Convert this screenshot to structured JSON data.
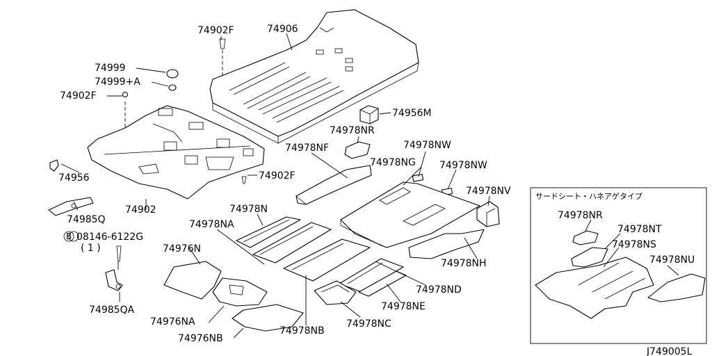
{
  "labels": {
    "p74902F_a": "74902F",
    "p74906": "74906",
    "p74999": "74999",
    "p74999A": "74999+A",
    "p74902F_b": "74902F",
    "p74956M": "74956M",
    "p74978NR": "74978NR",
    "p74978NF": "74978NF",
    "p74978NW_a": "74978NW",
    "p74978NG": "74978NG",
    "p74978NW_b": "74978NW",
    "p74956": "74956",
    "p74902F_c": "74902F",
    "p74978NV": "74978NV",
    "p74902": "74902",
    "p74985Q": "74985Q",
    "p74978N": "74978N",
    "p74978NA": "74978NA",
    "p08146": "08146-6122G",
    "p08146_qty": "( 1 )",
    "p74976N": "74976N",
    "p74978NH": "74978NH",
    "p74978ND": "74978ND",
    "p74978NE": "74978NE",
    "p74985QA": "74985QA",
    "p74976NA": "74976NA",
    "p74978NB": "74978NB",
    "p74978NC": "74978NC",
    "p74976NB": "74976NB"
  },
  "bolt_symbol": "B",
  "inset": {
    "title": "サードシート・ハネアゲタイプ",
    "p74978NR": "74978NR",
    "p74978NT": "74978NT",
    "p74978NS": "74978NS",
    "p74978NU": "74978NU"
  },
  "diagram_code": "J749005L"
}
